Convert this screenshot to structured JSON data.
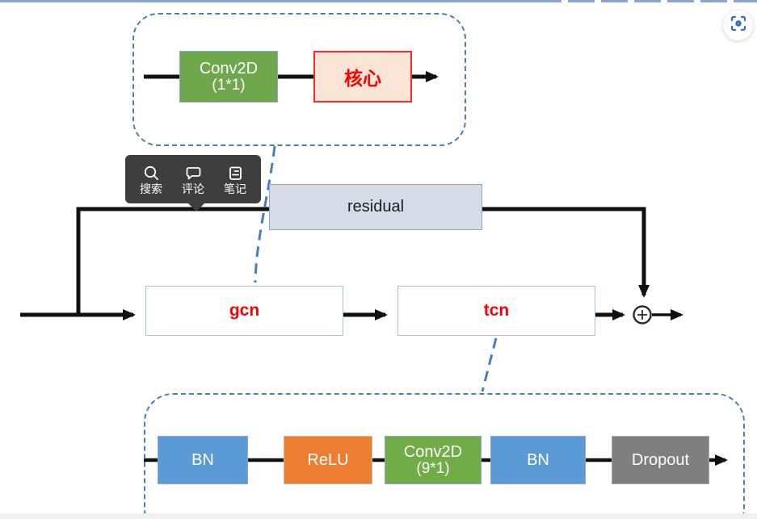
{
  "chrome": {
    "top_border_color": "#8CA3D8",
    "bottom_strip_color": "#f1f0ee",
    "scan_button": {
      "icon": "scan-icon",
      "icon_color": "#2E6BC4"
    }
  },
  "toolbar": {
    "bg": "#3E3E3E",
    "items": [
      {
        "icon": "search-icon",
        "label": "搜索"
      },
      {
        "icon": "comment-icon",
        "label": "评论"
      },
      {
        "icon": "note-icon",
        "label": "笔记"
      }
    ]
  },
  "diagram": {
    "dash_color": "#4a7ebb",
    "line_color": "#111111",
    "top_detail": {
      "blocks": [
        {
          "label": "Conv2D",
          "sublabel": "(1*1)",
          "fill": "#6FA84C",
          "text_color": "#ffffff"
        },
        {
          "label": "核心",
          "fill": "#FBE5D6",
          "border": "#FF2B2B",
          "text_color": "#FF0000"
        }
      ]
    },
    "main": {
      "residual_label": "residual",
      "residual_fill": "#D5DCE8",
      "gcn_label": "gcn",
      "tcn_label": "tcn",
      "block_text_color": "#FF0000",
      "sum_symbol": "+"
    },
    "bottom_detail": {
      "blocks": [
        {
          "label": "BN",
          "fill": "#5B9BD5"
        },
        {
          "label": "ReLU",
          "fill": "#ED7D31"
        },
        {
          "label": "Conv2D",
          "sublabel": "(9*1)",
          "fill": "#70AD47"
        },
        {
          "label": "BN",
          "fill": "#5B9BD5"
        },
        {
          "label": "Dropout",
          "fill": "#7F7F7F"
        }
      ]
    }
  }
}
